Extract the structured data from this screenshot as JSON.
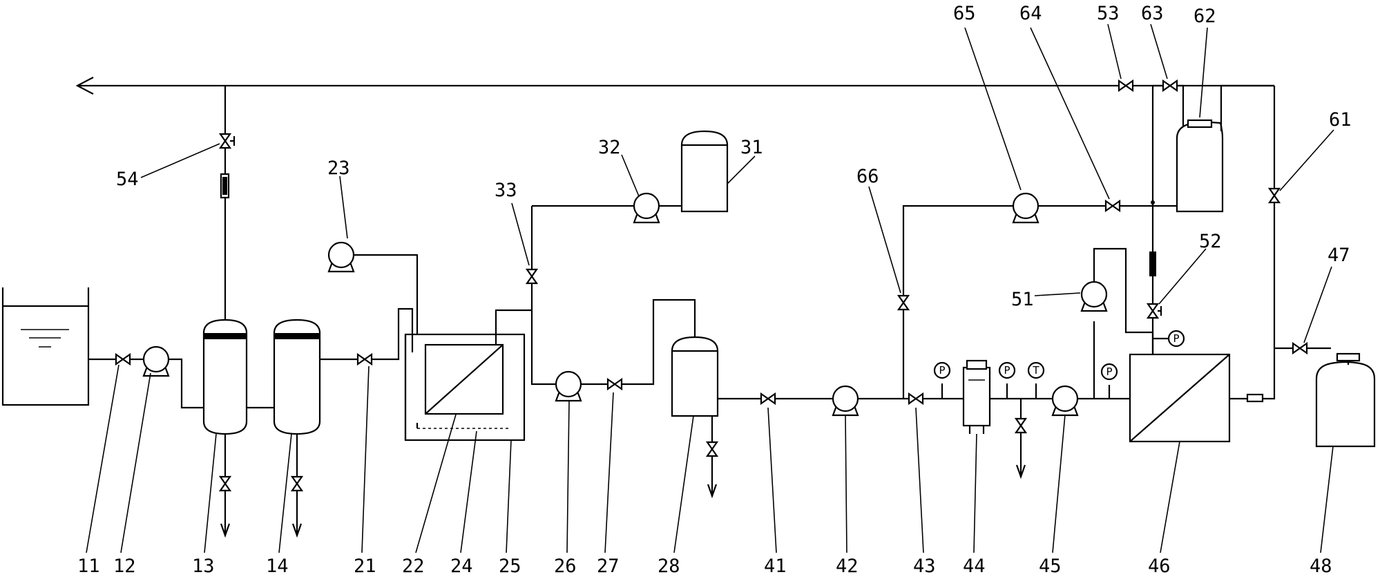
{
  "labels": {
    "l11": "11",
    "l12": "12",
    "l13": "13",
    "l14": "14",
    "l21": "21",
    "l22": "22",
    "l23": "23",
    "l24": "24",
    "l25": "25",
    "l26": "26",
    "l27": "27",
    "l28": "28",
    "l31": "31",
    "l32": "32",
    "l33": "33",
    "l41": "41",
    "l42": "42",
    "l43": "43",
    "l44": "44",
    "l45": "45",
    "l46": "46",
    "l47": "47",
    "l48": "48",
    "l51": "51",
    "l52": "52",
    "l53": "53",
    "l54": "54",
    "l61": "61",
    "l62": "62",
    "l63": "63",
    "l64": "64",
    "l65": "65",
    "l66": "66"
  },
  "gauges": {
    "p": "P",
    "t": "T"
  }
}
